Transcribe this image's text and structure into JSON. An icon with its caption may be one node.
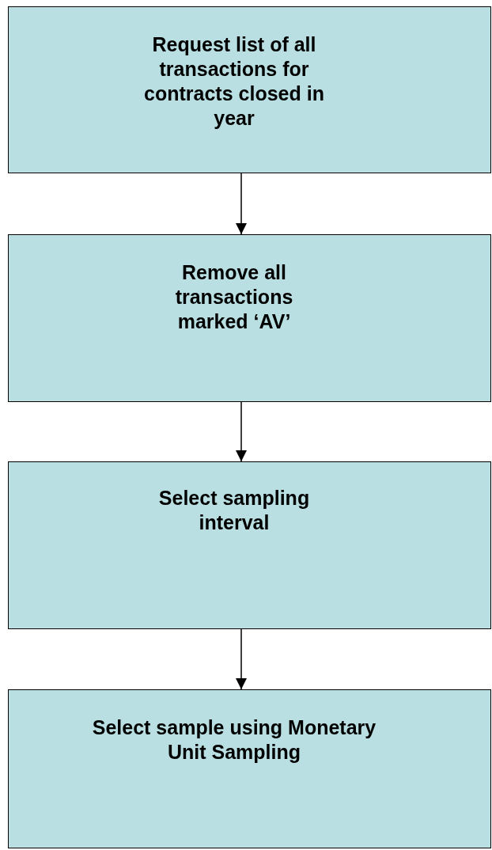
{
  "diagram": {
    "nodes": [
      {
        "text": [
          "Request list of all transactions for contracts closed in year"
        ]
      },
      {
        "text": [
          "Remove all transactions marked ‘AV’"
        ]
      },
      {
        "text": [
          "Select sampling interval"
        ]
      },
      {
        "text": [
          "Select sample using Monetary Unit Sampling"
        ]
      }
    ],
    "edges": [
      {
        "from": 0,
        "to": 1,
        "arrow": "to"
      },
      {
        "from": 1,
        "to": 2,
        "arrow": "to"
      },
      {
        "from": 2,
        "to": 3,
        "arrow": "to"
      }
    ]
  }
}
